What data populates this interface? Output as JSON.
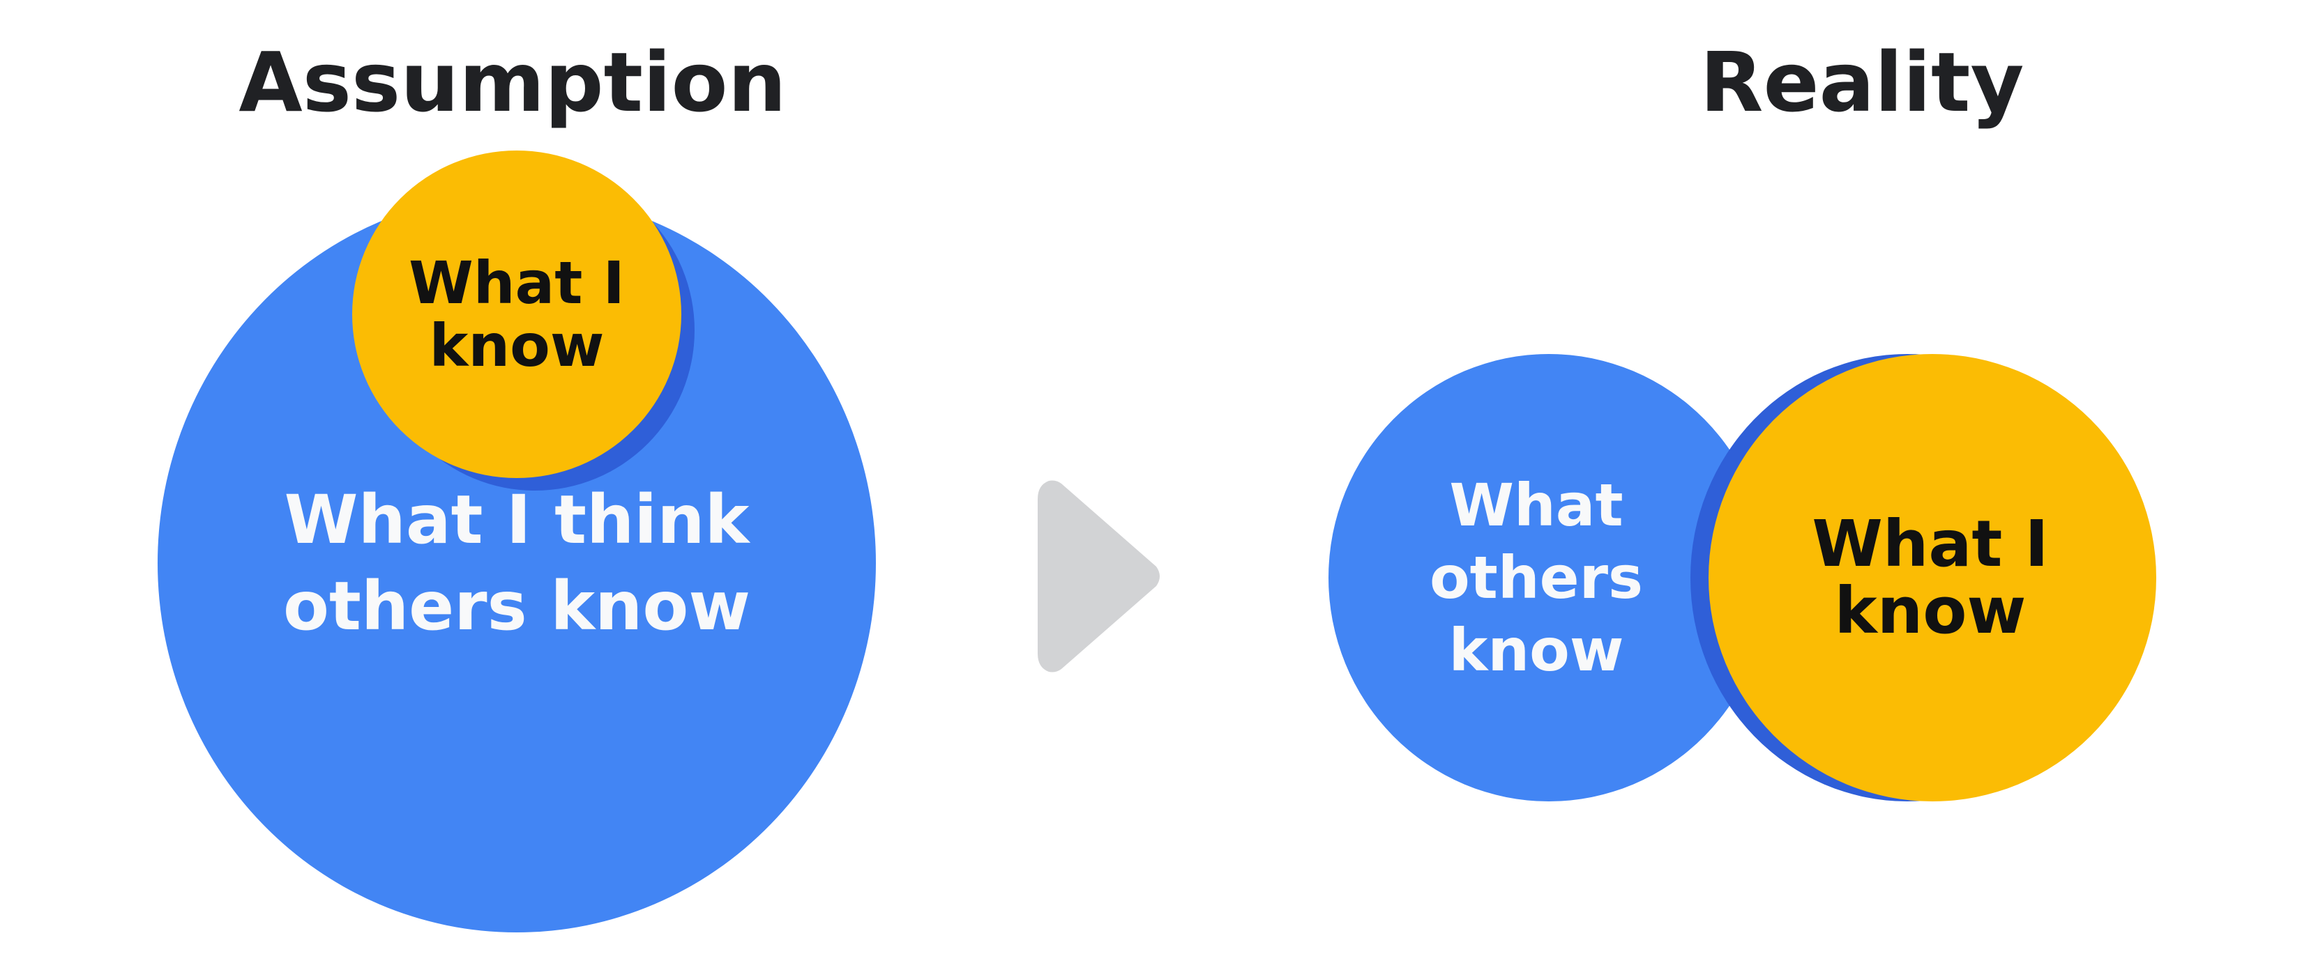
{
  "titles": {
    "assumption": "Assumption",
    "reality": "Reality"
  },
  "assumption": {
    "outer_circle_label": "What I think\nothers know",
    "inner_circle_label": "What I\nknow"
  },
  "reality": {
    "left_circle_label": "What\nothers\nknow",
    "right_circle_label": "What I\nknow"
  },
  "icons": {
    "arrow": "play-arrow-icon"
  },
  "colors": {
    "blue": "#4285f4",
    "blue_shadow": "#2f5fd8",
    "yellow": "#fbbc04",
    "arrow_gray": "#d2d3d5",
    "title_text": "#202124",
    "light_text": "#f8f9fa",
    "dark_text": "#111111"
  }
}
